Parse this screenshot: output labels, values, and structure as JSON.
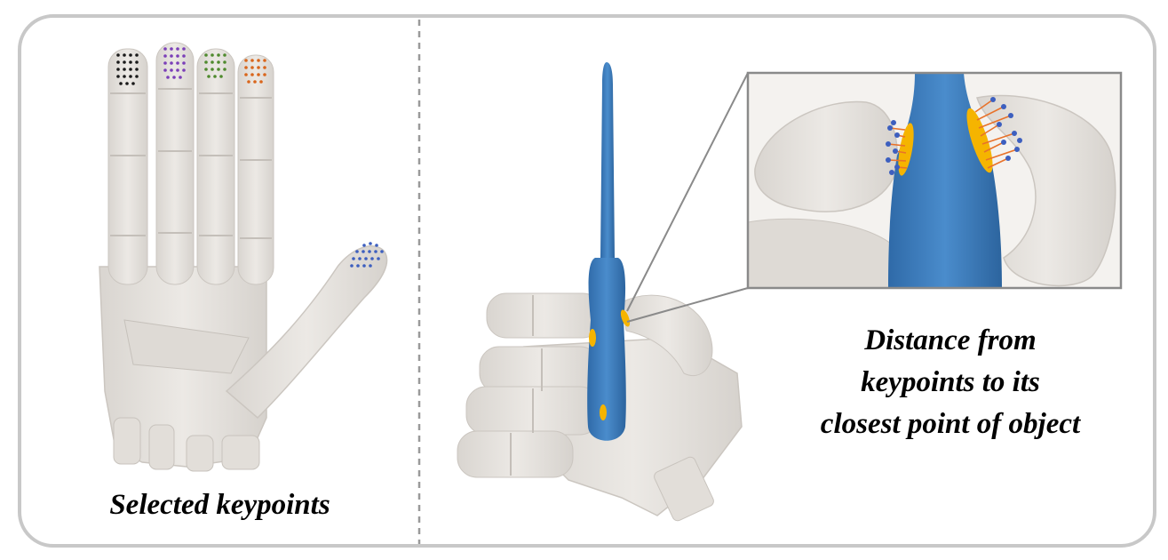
{
  "left_panel": {
    "caption": "Selected keypoints",
    "keypoint_colors": [
      "#1a1a1a",
      "#7b3fb8",
      "#4f8a2e",
      "#d9661c",
      "#3d5fbf"
    ]
  },
  "right_panel": {
    "caption_lines": [
      "Distance from",
      "keypoints to its",
      "closest point of object"
    ],
    "object_color": "#3a78b8",
    "contact_color": "#f5b400",
    "distance_line_color": "#e8722a",
    "keypoint_color": "#3d5fbf"
  },
  "colors": {
    "frame": "#c8c8c8",
    "divider": "#9a9a9a",
    "hand": "#e6e3df",
    "hand_shadow": "#cfcbc6",
    "zoom_border": "#8a8a8a"
  }
}
